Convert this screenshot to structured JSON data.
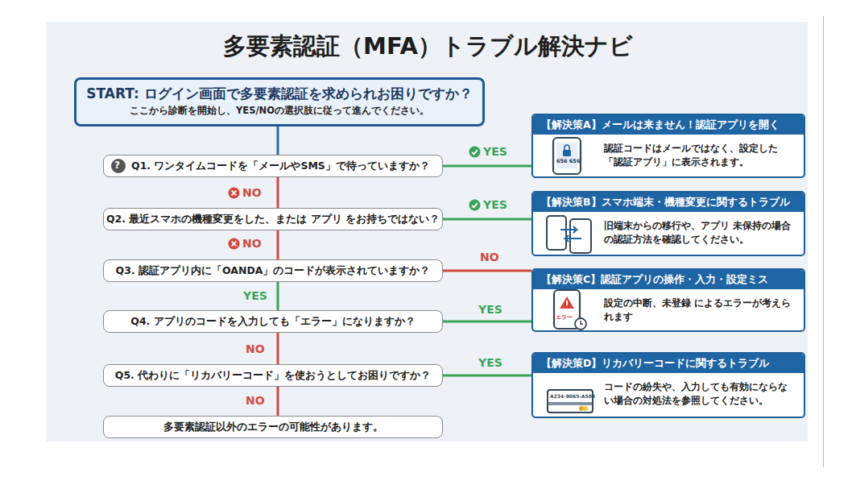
{
  "diagram": {
    "title": "多要素認証（MFA）トラブル解決ナビ",
    "nodes": [
      {
        "text": [
          "START: ログイン画面で多要素認証を求められお困りですか？",
          "ここから診断を開始し、YES/NOの選択肢に従って進んでください。"
        ]
      },
      {
        "text": [
          "Q1. ワンタイムコードを「メールやSMS」で待っていますか？"
        ]
      },
      {
        "text": [
          "Q2. 最近スマホの機種変更をした、または アプリ をお持ちではない？"
        ]
      },
      {
        "text": [
          "Q3. 認証アプリ内に「OANDA」のコードが表示されていますか？"
        ]
      },
      {
        "text": [
          "Q4. アプリのコードを入力しても「エラー」になりますか？"
        ]
      },
      {
        "text": [
          "Q5. 代わりに「リカバリーコード」を使おうとしてお困りですか？"
        ]
      },
      {
        "text": [
          "多要素認証以外のエラーの可能性があります。"
        ]
      },
      {
        "text": [
          "【解決策A】メールは来ません！認証アプリを開く",
          "認証コードはメールではなく、設定した「認証アプリ」に表示されます。"
        ]
      },
      {
        "text": [
          "【解決策B】スマホ端末・機種変更に関するトラブル",
          "旧端末からの移行や、アプリ 未保持の場合の認証方法を確認してください。"
        ]
      },
      {
        "text": [
          "【解決策C】認証アプリの操作・入力・設定ミス",
          "設定の中断、未登録 によるエラーが考えられます"
        ]
      },
      {
        "text": [
          "【解決策D】リカバリーコードに関するトラブル",
          "コードの紛失や、入力しても有効にならない場合の対処法を参照してください。"
        ]
      }
    ],
    "edges": [
      {
        "from": 0,
        "to": 1,
        "arrow": "none"
      },
      {
        "from": 1,
        "to": 2,
        "label": "NO",
        "arrow": "none"
      },
      {
        "from": 1,
        "to": 7,
        "label": "YES",
        "arrow": "none"
      },
      {
        "from": 2,
        "to": 3,
        "label": "NO",
        "arrow": "none"
      },
      {
        "from": 2,
        "to": 8,
        "label": "YES",
        "arrow": "none"
      },
      {
        "from": 3,
        "to": 4,
        "label": "YES",
        "arrow": "none"
      },
      {
        "from": 3,
        "to": 9,
        "label": "NO",
        "arrow": "none"
      },
      {
        "from": 4,
        "to": 5,
        "label": "NO",
        "arrow": "none"
      },
      {
        "from": 4,
        "to": 9,
        "label": "YES",
        "arrow": "none"
      },
      {
        "from": 5,
        "to": 6,
        "label": "NO",
        "arrow": "none"
      },
      {
        "from": 5,
        "to": 10,
        "label": "YES",
        "arrow": "none"
      }
    ],
    "labels": [
      "?",
      "656 656",
      "エラー",
      "A234-9065-A508"
    ]
  }
}
